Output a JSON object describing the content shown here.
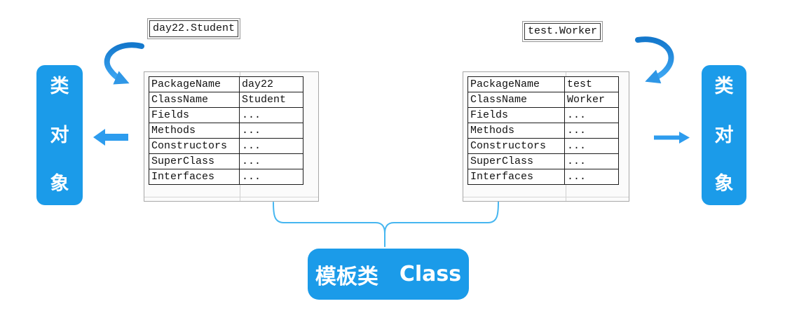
{
  "colors": {
    "primary_blue": "#1b9be9",
    "arrow_blue": "#2d9cee",
    "brace_blue": "#46b6f0",
    "table_border": "#1c1c1c",
    "frame_gray": "#a8a8a8"
  },
  "left": {
    "ref_label": "day22.Student",
    "table": {
      "rows": [
        {
          "key": "PackageName",
          "value": "day22"
        },
        {
          "key": "ClassName",
          "value": "Student"
        },
        {
          "key": "Fields",
          "value": "..."
        },
        {
          "key": "Methods",
          "value": "..."
        },
        {
          "key": "Constructors",
          "value": "..."
        },
        {
          "key": "SuperClass",
          "value": "..."
        },
        {
          "key": "Interfaces",
          "value": "..."
        }
      ]
    },
    "object_box": {
      "label": "类对象",
      "chars": [
        "类",
        "对",
        "象"
      ]
    }
  },
  "right": {
    "ref_label": "test.Worker",
    "table": {
      "rows": [
        {
          "key": "PackageName",
          "value": "test"
        },
        {
          "key": "ClassName",
          "value": "Worker"
        },
        {
          "key": "Fields",
          "value": "..."
        },
        {
          "key": "Methods",
          "value": "..."
        },
        {
          "key": "Constructors",
          "value": "..."
        },
        {
          "key": "SuperClass",
          "value": "..."
        },
        {
          "key": "Interfaces",
          "value": "..."
        }
      ]
    },
    "object_box": {
      "label": "类对象",
      "chars": [
        "类",
        "对",
        "象"
      ]
    }
  },
  "bottom": {
    "label_cn": "模板类",
    "label_en": "Class"
  }
}
